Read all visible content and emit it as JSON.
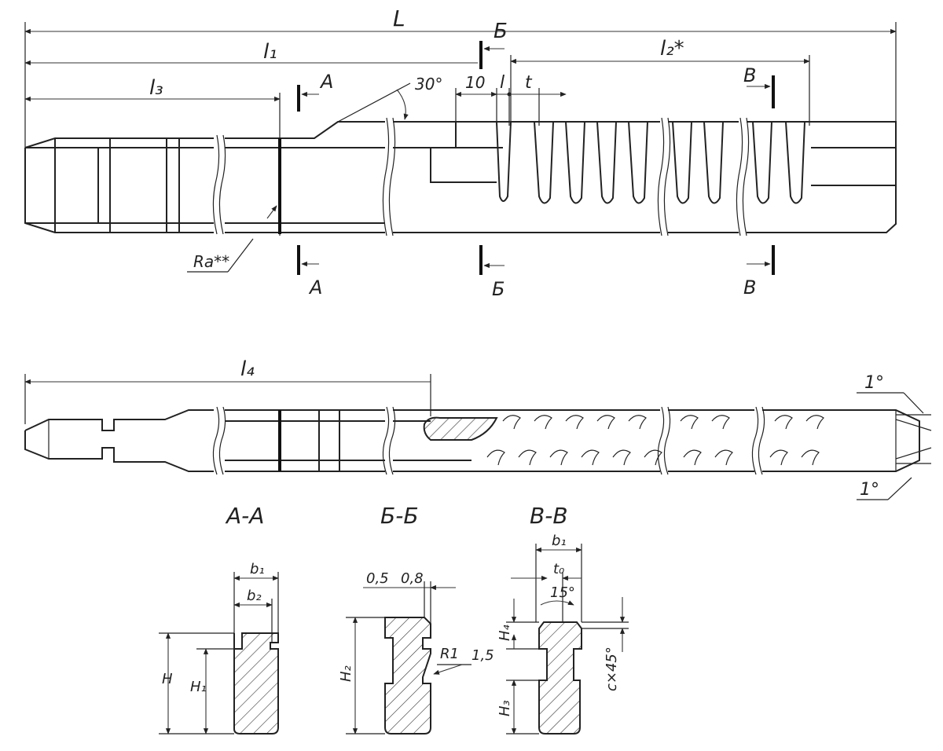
{
  "drawing": {
    "top_view": {
      "dims": {
        "L": "L",
        "l1": "l₁",
        "l2": "l₂*",
        "l3": "l₃",
        "pitch_t": "t",
        "tooth_l": "l",
        "ten": "10",
        "angle30": "30°",
        "ra": "Ra**"
      },
      "section_marks": {
        "a": "А",
        "b": "Б",
        "v": "В"
      }
    },
    "side_view": {
      "dims": {
        "l4": "l₄",
        "angle_top": "1°",
        "angle_bottom": "1°"
      }
    },
    "sections": [
      {
        "title": "А-А",
        "dims": {
          "b1": "b₁",
          "b2": "b₂",
          "H": "H",
          "H1": "H₁"
        }
      },
      {
        "title": "Б-Б",
        "dims": {
          "d05": "0,5",
          "d08": "0,8",
          "H2": "H₂",
          "R1": "R1",
          "d15": "1,5"
        }
      },
      {
        "title": "В-В",
        "dims": {
          "b1": "b₁",
          "t0": "t₀",
          "angle15": "15°",
          "H4": "H₄",
          "H3": "H₃",
          "chamfer": "c×45°"
        }
      }
    ]
  }
}
